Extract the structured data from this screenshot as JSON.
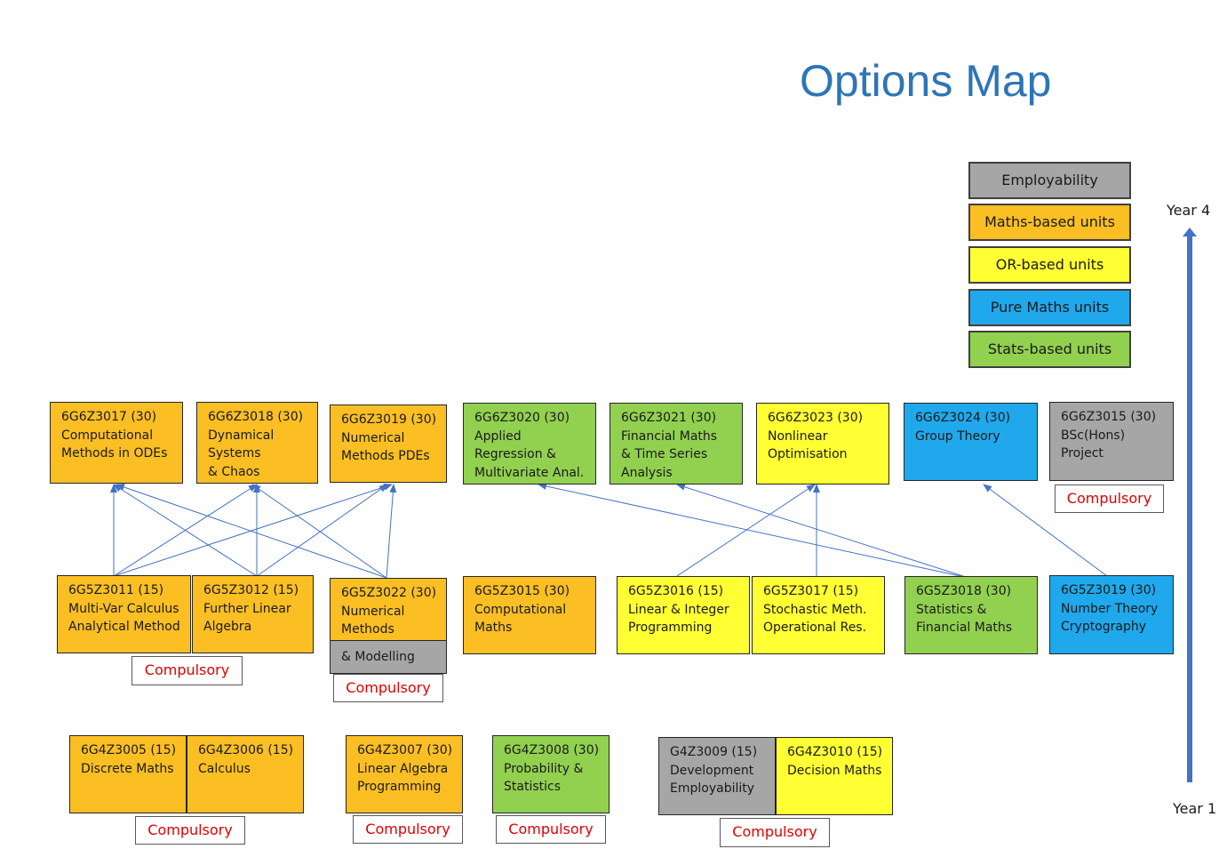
{
  "title": "Options Map",
  "colors": {
    "maths": "#FBBF24",
    "or": "#FFFF33",
    "pure": "#20A8EC",
    "stats": "#92D050",
    "employ": "#A6A6A6",
    "compulsory": "#e00000",
    "arrow": "#4472C4"
  },
  "legend": {
    "employability": "Employability",
    "maths": "Maths-based units",
    "or": "OR-based units",
    "pure": "Pure Maths units",
    "stats": "Stats-based units"
  },
  "axis": {
    "top": "Year 4",
    "bottom": "Year 1"
  },
  "compulsory_label": "Compulsory",
  "units": {
    "u3017": "6G6Z3017 (30)\nComputational\nMethods in ODEs",
    "u3018": "6G6Z3018 (30)\nDynamical\nSystems\n& Chaos",
    "u3019": "6G6Z3019 (30)\nNumerical\nMethods PDEs",
    "u3020": "6G6Z3020 (30)\nApplied\nRegression &\nMultivariate Anal.",
    "u3021": "6G6Z3021 (30)\nFinancial Maths\n& Time Series\nAnalysis",
    "u3023": "6G6Z3023 (30)\nNonlinear\nOptimisation",
    "u3024": "6G6Z3024 (30)\nGroup Theory",
    "u3015p": "6G6Z3015 (30)\nBSc(Hons)\nProject",
    "u5011": "6G5Z3011 (15)\nMulti-Var Calculus\nAnalytical Method",
    "u5012": "6G5Z3012 (15)\nFurther Linear\nAlgebra",
    "u5022": "6G5Z3022 (30)\nNumerical\nMethods",
    "u5022b": "& Modelling",
    "u5015": "6G5Z3015 (30)\nComputational\nMaths",
    "u5016": "6G5Z3016 (15)\nLinear & Integer\nProgramming",
    "u5017": "6G5Z3017 (15)\nStochastic Meth.\nOperational Res.",
    "u5018": "6G5Z3018 (30)\nStatistics &\nFinancial Maths",
    "u5019": "6G5Z3019 (30)\nNumber Theory\nCryptography",
    "u4005": "6G4Z3005 (15)\nDiscrete Maths",
    "u4006": "6G4Z3006 (15)\nCalculus",
    "u4007": "6G4Z3007 (30)\nLinear Algebra\nProgramming",
    "u4008": "6G4Z3008 (30)\nProbability &\nStatistics",
    "u4009": "G4Z3009 (15)\nDevelopment\nEmployability",
    "u4010": "6G4Z3010 (15)\nDecision Maths"
  }
}
